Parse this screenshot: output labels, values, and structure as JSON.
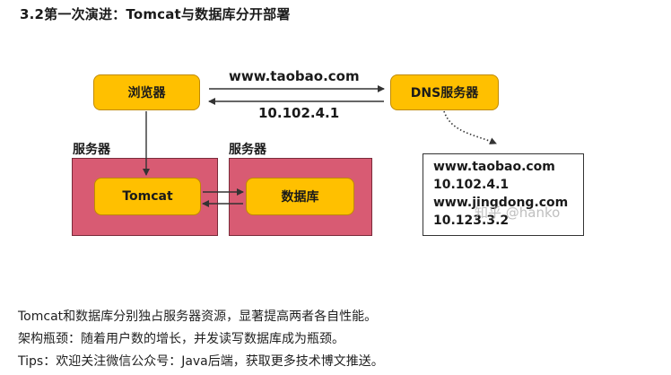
{
  "heading": "3.2第一次演进：Tomcat与数据库分开部署",
  "nodes": {
    "browser": "浏览器",
    "dns_server": "DNS服务器",
    "tomcat": "Tomcat",
    "database": "数据库"
  },
  "server_labels": {
    "left": "服务器",
    "right": "服务器"
  },
  "edges": {
    "request": "www.taobao.com",
    "response": "10.102.4.1"
  },
  "dns_cache": [
    "www.taobao.com",
    "10.102.4.1",
    "www.jingdong.com",
    "10.123.3.2"
  ],
  "watermark": "知乎 @hanko",
  "description": [
    "Tomcat和数据库分别独占服务器资源，显著提高两者各自性能。",
    "架构瓶颈：随着用户数的增长，并发读写数据库成为瓶颈。",
    "Tips：欢迎关注微信公众号：Java后端，获取更多技术博文推送。"
  ],
  "colors": {
    "node_fill": "#ffc000",
    "server_fill": "#d85b73"
  }
}
